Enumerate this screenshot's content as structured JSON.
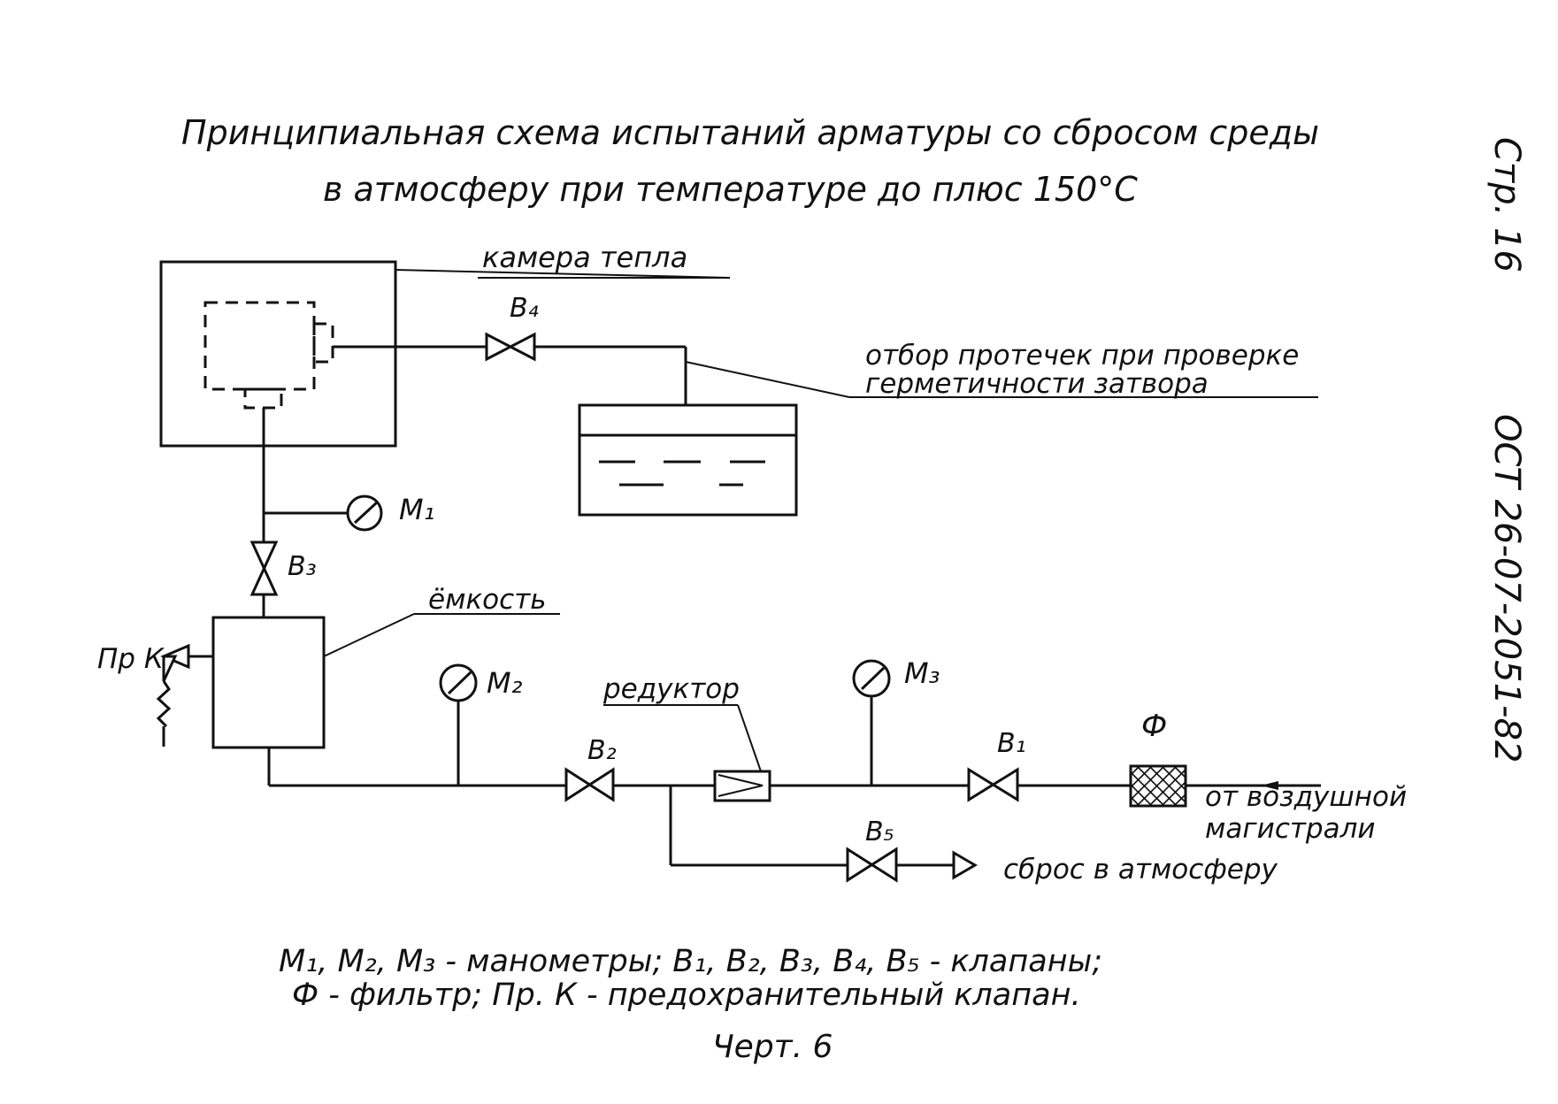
{
  "title": {
    "line1": "Принципиальная схема испытаний арматуры со сбросом среды",
    "line2": "в атмосферу при температуре до плюс 150°С"
  },
  "side": {
    "page": "Стр. 16",
    "standard": "ОСТ 26-07-2051-82"
  },
  "labels": {
    "heat_chamber": "камера тепла",
    "leak_sampling_1": "отбор протечек при проверке",
    "leak_sampling_2": "герметичности затвора",
    "vessel": "ёмкость",
    "reducer": "редуктор",
    "relief_valve": "Пр К",
    "filter": "Ф",
    "air_main_1": "от воздушной",
    "air_main_2": "магистрали",
    "vent": "сброс в атмосферу"
  },
  "gauges": {
    "m1": "M₁",
    "m2": "M₂",
    "m3": "M₃"
  },
  "valves": {
    "b1": "B₁",
    "b2": "B₂",
    "b3": "B₃",
    "b4": "B₄",
    "b5": "B₅"
  },
  "legend": {
    "line1": "M₁, M₂, M₃ - манометры; B₁, B₂, B₃, B₄, B₅ - клапаны;",
    "line2": "Ф - фильтр; Пр. К - предохранительный клапан.",
    "figure": "Черт. 6"
  }
}
